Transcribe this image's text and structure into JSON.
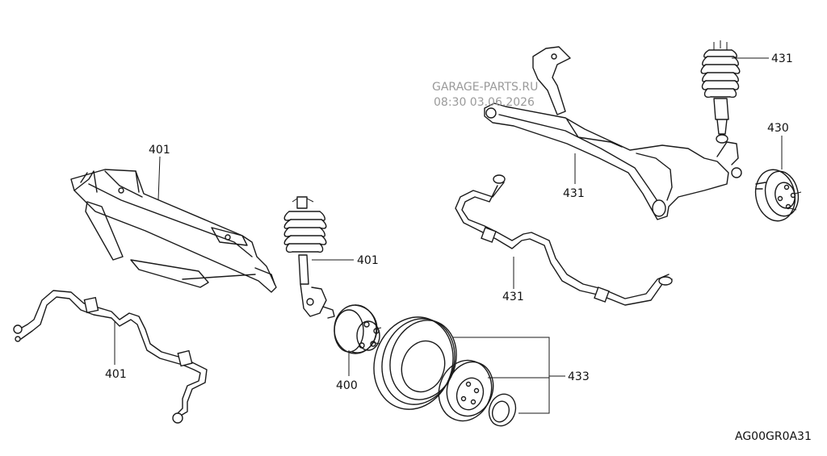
{
  "diagram": {
    "callouts": {
      "c401a": "401",
      "c401b": "401",
      "c401c": "401",
      "c400": "400",
      "c433": "433",
      "c431a": "431",
      "c431b": "431",
      "c431c": "431",
      "c430": "430"
    },
    "watermark": {
      "line1": "GARAGE-PARTS.RU",
      "line2": "08:30 03.06.2026"
    },
    "reference_code": "AG00GR0A31"
  }
}
